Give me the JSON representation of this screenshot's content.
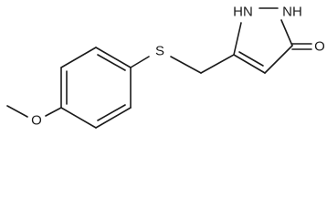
{
  "diagram": {
    "type": "chemical-structure",
    "atoms": {
      "sulfur": "S",
      "nh_left": "HN",
      "nh_right": "NH",
      "oxygen_carbonyl": "O",
      "oxygen_ether": "O"
    },
    "colors": {
      "ink": "#1a1a1a",
      "background": "#ffffff"
    }
  }
}
